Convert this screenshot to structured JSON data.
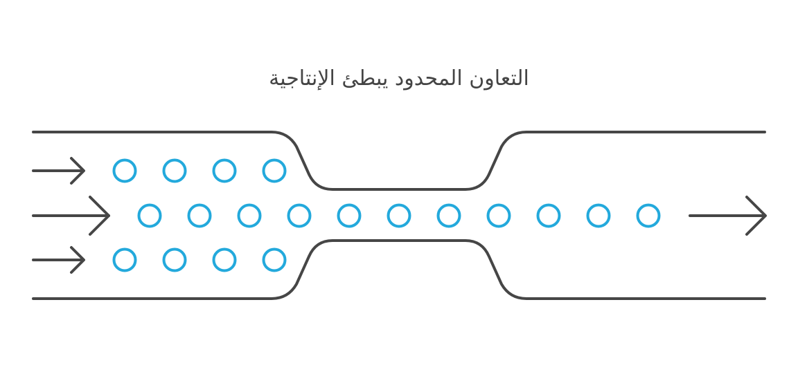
{
  "title": "التعاون المحدود يبطئ الإنتاجية",
  "colors": {
    "line": "#464646",
    "circle": "#23a9dc",
    "background": "#ffffff",
    "title": "#444444"
  },
  "diagram": {
    "description": "Funnel/bottleneck: three input lanes of circles narrow into a single output lane",
    "input_arrows": 3,
    "output_arrows": 1,
    "top_lane_circles": 4,
    "middle_lane_circles": 11,
    "bottom_lane_circles": 4
  }
}
